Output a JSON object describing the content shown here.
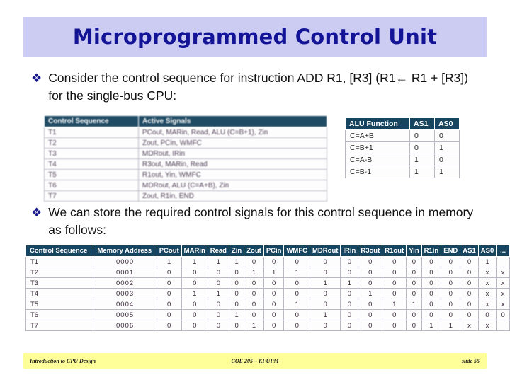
{
  "slide": {
    "title": "Microprogrammed Control Unit",
    "bullet_mark": "❖"
  },
  "bullets": [
    {
      "id": "bullet-1",
      "text": "Consider the control sequence for instruction ADD R1, [R3] (R1← R1 + [R3]) for the single-bus CPU:"
    },
    {
      "id": "bullet-2",
      "text": "We can store the required control signals for this control sequence in memory as follows:"
    }
  ],
  "control_sequence_table": {
    "headers": [
      "Control Sequence",
      "Active Signals"
    ],
    "rows": [
      {
        "step": "T1",
        "signals": "PCout, MARin, Read, ALU (C=B+1), Zin"
      },
      {
        "step": "T2",
        "signals": "Zout, PCin, WMFC"
      },
      {
        "step": "T3",
        "signals": "MDRout, IRin"
      },
      {
        "step": "T4",
        "signals": "R3out, MARin, Read"
      },
      {
        "step": "T5",
        "signals": "R1out, Yin, WMFC"
      },
      {
        "step": "T6",
        "signals": "MDRout, ALU (C=A+B), Zin"
      },
      {
        "step": "T7",
        "signals": "Zout, R1in, END"
      }
    ]
  },
  "alu_table": {
    "headers": [
      "ALU Function",
      "AS1",
      "AS0"
    ],
    "rows": [
      {
        "fn": "C=A+B",
        "as1": "0",
        "as0": "0"
      },
      {
        "fn": "C=B+1",
        "as1": "0",
        "as0": "1"
      },
      {
        "fn": "C=A-B",
        "as1": "1",
        "as0": "0"
      },
      {
        "fn": "C=B-1",
        "as1": "1",
        "as0": "1"
      }
    ]
  },
  "memory_table": {
    "headers": [
      "Control Sequence",
      "Memory Address",
      "PCout",
      "MARin",
      "Read",
      "Zin",
      "Zout",
      "PCin",
      "WMFC",
      "MDRout",
      "IRin",
      "R3out",
      "R1out",
      "Yin",
      "R1in",
      "END",
      "AS1",
      "AS0",
      "..."
    ],
    "rows": [
      {
        "seq": "T1",
        "addr": "0000",
        "bits": [
          "1",
          "1",
          "1",
          "1",
          "0",
          "0",
          "0",
          "0",
          "0",
          "0",
          "0",
          "0",
          "0",
          "0",
          "0",
          "1",
          ""
        ]
      },
      {
        "seq": "T2",
        "addr": "0001",
        "bits": [
          "0",
          "0",
          "0",
          "0",
          "1",
          "1",
          "1",
          "0",
          "0",
          "0",
          "0",
          "0",
          "0",
          "0",
          "0",
          "x",
          "x"
        ]
      },
      {
        "seq": "T3",
        "addr": "0002",
        "bits": [
          "0",
          "0",
          "0",
          "0",
          "0",
          "0",
          "0",
          "1",
          "1",
          "0",
          "0",
          "0",
          "0",
          "0",
          "0",
          "x",
          "x"
        ]
      },
      {
        "seq": "T4",
        "addr": "0003",
        "bits": [
          "0",
          "1",
          "1",
          "0",
          "0",
          "0",
          "0",
          "0",
          "0",
          "1",
          "0",
          "0",
          "0",
          "0",
          "0",
          "x",
          "x"
        ]
      },
      {
        "seq": "T5",
        "addr": "0004",
        "bits": [
          "0",
          "0",
          "0",
          "0",
          "0",
          "0",
          "1",
          "0",
          "0",
          "0",
          "1",
          "1",
          "0",
          "0",
          "0",
          "x",
          "x"
        ]
      },
      {
        "seq": "T6",
        "addr": "0005",
        "bits": [
          "0",
          "0",
          "0",
          "1",
          "0",
          "0",
          "0",
          "1",
          "0",
          "0",
          "0",
          "0",
          "0",
          "0",
          "0",
          "0",
          "0"
        ]
      },
      {
        "seq": "T7",
        "addr": "0006",
        "bits": [
          "0",
          "0",
          "0",
          "0",
          "1",
          "0",
          "0",
          "0",
          "0",
          "0",
          "0",
          "0",
          "1",
          "1",
          "x",
          "x",
          ""
        ]
      }
    ]
  },
  "footer": {
    "left": "Introduction to CPU Design",
    "center": "COE 205 – KFUPM",
    "right": "slide 55"
  }
}
